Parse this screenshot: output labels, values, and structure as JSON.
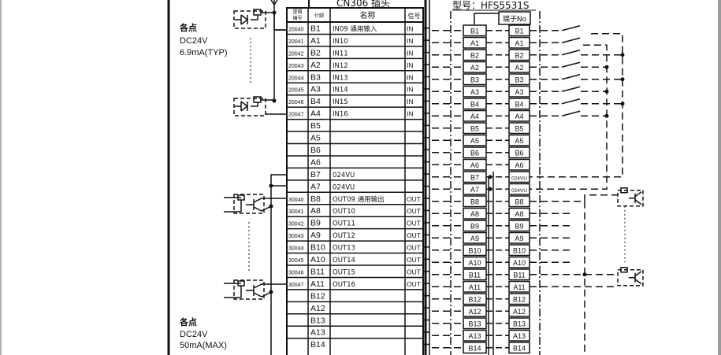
{
  "input_section": {
    "caption_line1": "各点",
    "caption_line2": "DC24V",
    "caption_line3": "6.9mA(TYP)"
  },
  "output_section": {
    "caption_line1": "各点",
    "caption_line2": "DC24V",
    "caption_line3": "50mA(MAX)"
  },
  "connector": {
    "title": "CN306 插头",
    "headers": {
      "logic_no": [
        "逻辑",
        "编号"
      ],
      "pin": "针脚",
      "name": "名称",
      "signal": "信号"
    },
    "rows": [
      {
        "logic": "20040",
        "pin": "B1",
        "name": "IN09 通用输入",
        "signal": "IN"
      },
      {
        "logic": "20041",
        "pin": "A1",
        "name": "IN10",
        "signal": "IN"
      },
      {
        "logic": "20042",
        "pin": "B2",
        "name": "IN11",
        "signal": "IN"
      },
      {
        "logic": "20043",
        "pin": "A2",
        "name": "IN12",
        "signal": "IN"
      },
      {
        "logic": "20044",
        "pin": "B3",
        "name": "IN13",
        "signal": "IN"
      },
      {
        "logic": "20045",
        "pin": "A3",
        "name": "IN14",
        "signal": "IN"
      },
      {
        "logic": "20046",
        "pin": "B4",
        "name": "IN15",
        "signal": "IN"
      },
      {
        "logic": "20047",
        "pin": "A4",
        "name": "IN16",
        "signal": "IN"
      },
      {
        "logic": "",
        "pin": "B5",
        "name": "",
        "signal": ""
      },
      {
        "logic": "",
        "pin": "A5",
        "name": "",
        "signal": ""
      },
      {
        "logic": "",
        "pin": "B6",
        "name": "",
        "signal": ""
      },
      {
        "logic": "",
        "pin": "A6",
        "name": "",
        "signal": ""
      },
      {
        "logic": "",
        "pin": "B7",
        "name": "024VU",
        "signal": ""
      },
      {
        "logic": "",
        "pin": "A7",
        "name": "024VU",
        "signal": ""
      },
      {
        "logic": "30040",
        "pin": "B8",
        "name": "OUT09  通用输出",
        "signal": "OUT"
      },
      {
        "logic": "30041",
        "pin": "A8",
        "name": "OUT10",
        "signal": "OUT"
      },
      {
        "logic": "30042",
        "pin": "B9",
        "name": "OUT11",
        "signal": "OUT"
      },
      {
        "logic": "30043",
        "pin": "A9",
        "name": "OUT12",
        "signal": "OUT"
      },
      {
        "logic": "30044",
        "pin": "B10",
        "name": "OUT13",
        "signal": "OUT"
      },
      {
        "logic": "30045",
        "pin": "A10",
        "name": "OUT14",
        "signal": "OUT"
      },
      {
        "logic": "30046",
        "pin": "B11",
        "name": "OUT15",
        "signal": "OUT"
      },
      {
        "logic": "30047",
        "pin": "A11",
        "name": "OUT16",
        "signal": "OUT"
      },
      {
        "logic": "",
        "pin": "B12",
        "name": "",
        "signal": ""
      },
      {
        "logic": "",
        "pin": "A12",
        "name": "",
        "signal": ""
      },
      {
        "logic": "",
        "pin": "B13",
        "name": "",
        "signal": ""
      },
      {
        "logic": "",
        "pin": "A13",
        "name": "",
        "signal": ""
      },
      {
        "logic": "",
        "pin": "B14",
        "name": "",
        "signal": ""
      }
    ]
  },
  "terminal_block": {
    "model_label": "型号：HFS5531S",
    "header": "端子No",
    "left_pins": [
      "B1",
      "A1",
      "B2",
      "A2",
      "B3",
      "A3",
      "B4",
      "A4",
      "B5",
      "A5",
      "B6",
      "A6",
      "B7",
      "A7",
      "B8",
      "A8",
      "B9",
      "A9",
      "B10",
      "A10",
      "B11",
      "A11",
      "B12",
      "A12",
      "B13",
      "A13",
      "B14"
    ],
    "right_pins": [
      "B1",
      "A1",
      "B2",
      "A2",
      "B3",
      "A3",
      "B4",
      "A4",
      "B5",
      "A5",
      "B6",
      "A6",
      "024VU",
      "024VU",
      "B8",
      "A8",
      "B9",
      "A9",
      "B10",
      "A10",
      "B11",
      "A11",
      "B12",
      "A12",
      "B13",
      "A13",
      "B14"
    ]
  },
  "colors": {
    "line": "#111111",
    "scrollbar": "#9a9a9a"
  }
}
